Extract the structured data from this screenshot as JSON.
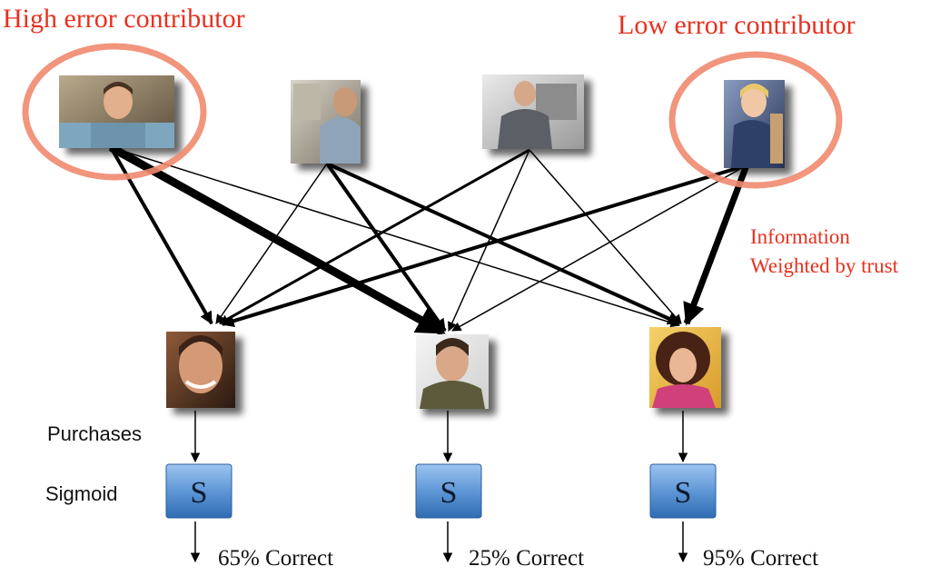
{
  "labels": {
    "high_error": "High error contributor",
    "low_error": "Low error contributor",
    "info_line1": "Information",
    "info_line2": "Weighted by trust",
    "purchases": "Purchases",
    "sigmoid": "Sigmoid"
  },
  "sigmoid_letter": "S",
  "results": [
    {
      "text": "65% Correct"
    },
    {
      "text": "25% Correct"
    },
    {
      "text": "95% Correct"
    }
  ],
  "colors": {
    "highlight": "#e8301e",
    "ellipse": "#f08a6e",
    "sigmoid_box": "#5f97d6",
    "arrow": "#000000"
  }
}
